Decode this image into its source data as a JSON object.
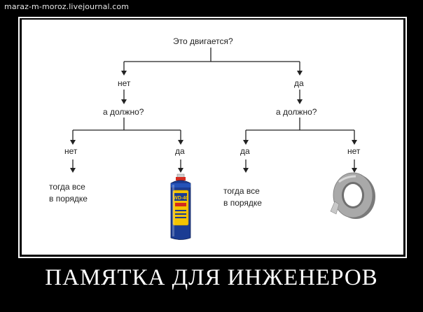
{
  "watermark": "maraz-m-moroz.livejournal.com",
  "caption": "ПАМЯТКА ДЛЯ ИНЖЕНЕРОВ",
  "flowchart": {
    "question": "Это двигается?",
    "left": {
      "answer": "нет",
      "question": "а должно?",
      "branches": [
        {
          "answer": "нет",
          "result": "тогда все\nв порядке"
        },
        {
          "answer": "да",
          "result_icon": "wd40-spray-can-icon",
          "can_label": "WD-40"
        }
      ]
    },
    "right": {
      "answer": "да",
      "question": "а должно?",
      "branches": [
        {
          "answer": "да",
          "result": "тогда все\nв порядке"
        },
        {
          "answer": "нет",
          "result_icon": "duct-tape-roll-icon"
        }
      ]
    }
  },
  "colors": {
    "background": "#000000",
    "panel": "#ffffff",
    "text": "#222222",
    "can_blue": "#1a3a8f",
    "can_yellow": "#f2c200",
    "can_red": "#d62020",
    "tape": "#9a9a9a"
  }
}
